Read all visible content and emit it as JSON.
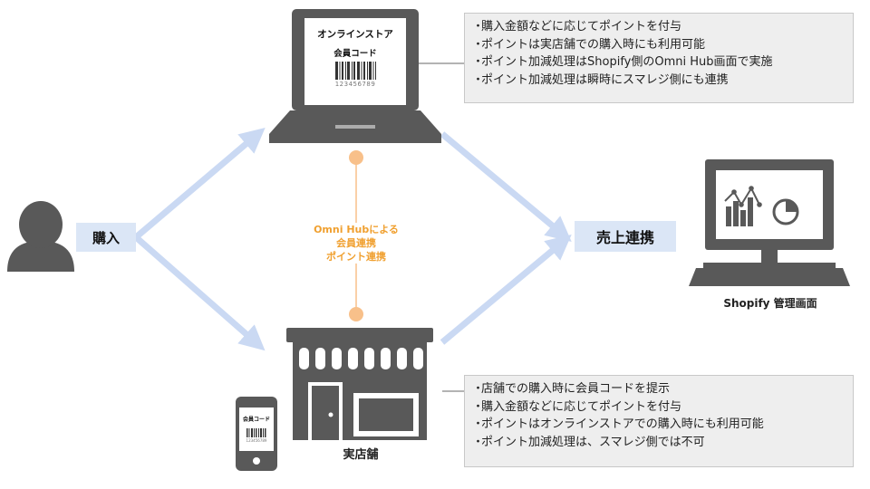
{
  "online_store": {
    "title": "オンラインストア",
    "member_code_label": "会員コード",
    "barcode_number": "123456789"
  },
  "phone": {
    "member_code_label": "会員コード",
    "barcode_number": "123456789"
  },
  "online_notes": [
    "購入金額などに応じてポイントを付与",
    "ポイントは実店舗での購入時にも利用可能",
    "ポイント加減処理はShopify側のOmni Hub画面で実施",
    "ポイント加減処理は瞬時にスマレジ側にも連携"
  ],
  "store_notes": [
    "店舗での購入時に会員コードを提示",
    "購入金額などに応じてポイントを付与",
    "ポイントはオンラインストアでの購入時にも利用可能",
    "ポイント加減処理は、スマレジ側では不可"
  ],
  "purchase_label": "購入",
  "sales_label": "売上連携",
  "center_label": {
    "line1": "Omni Hubによる",
    "line2": "会員連携",
    "line3": "ポイント連携"
  },
  "store_caption": "実店舗",
  "shopify_caption": "Shopify 管理画面",
  "colors": {
    "icon_gray": "#595959",
    "arrow_blue": "#cad9f3",
    "tag_blue": "#dbe6f6",
    "accent_orange": "#f0a030",
    "node_orange": "#f8c08a"
  }
}
